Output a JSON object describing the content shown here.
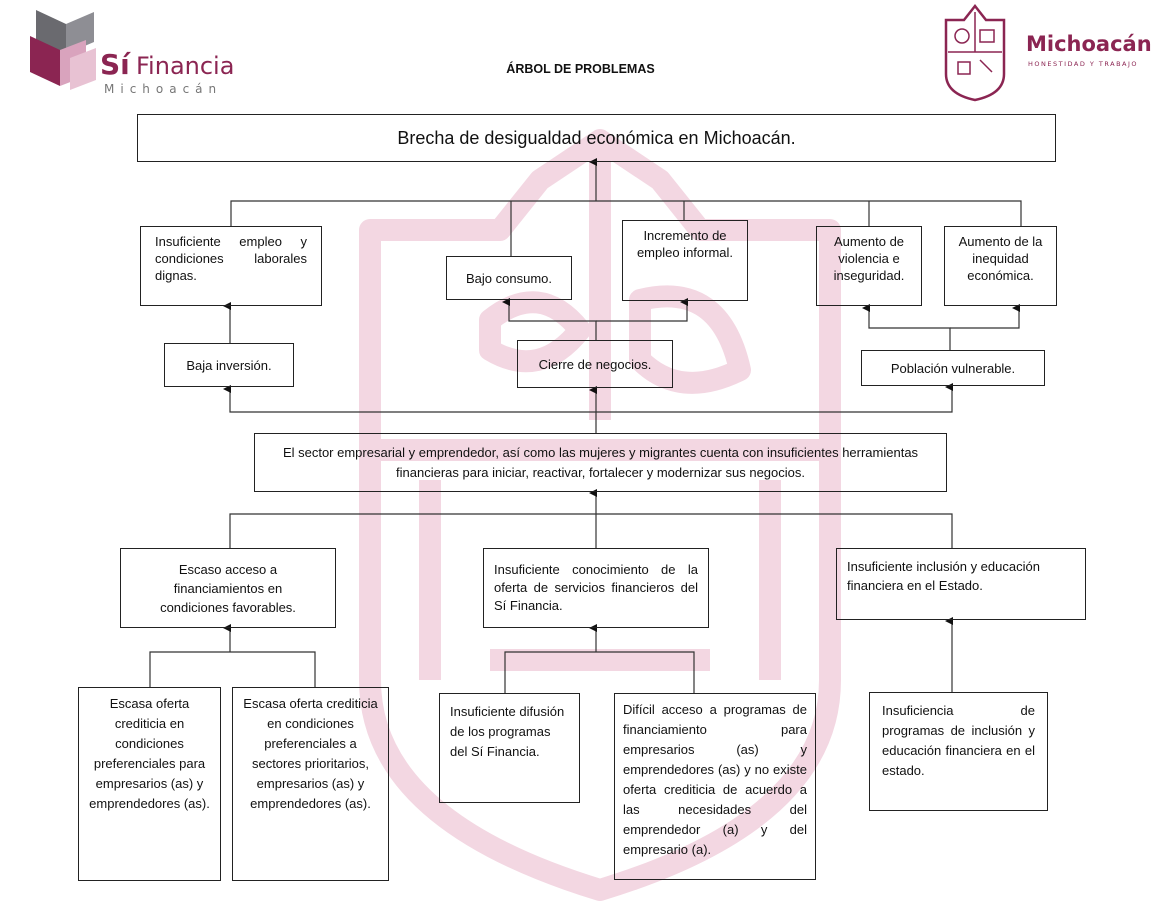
{
  "header": {
    "left_logo": {
      "brand_si": "Sí",
      "brand_financia": "Financia",
      "brand_sub": "Michoacán"
    },
    "title": "ÁRBOL DE PROBLEMAS",
    "right_logo": {
      "name": "Michoacán",
      "tagline": "HONESTIDAD Y TRABAJO"
    }
  },
  "tree": {
    "root": "Brecha de desigualdad económica en Michoacán.",
    "effects": {
      "empleo": "Insuficiente empleo y condiciones laborales dignas.",
      "consumo": "Bajo consumo.",
      "informal": "Incremento de empleo informal.",
      "violencia": "Aumento de violencia e inseguridad.",
      "inequidad": "Aumento de la inequidad económica."
    },
    "intermediate": {
      "inversion": "Baja inversión.",
      "cierre": "Cierre de negocios.",
      "vulnerable": "Población vulnerable."
    },
    "central_problem": "El sector empresarial y emprendedor, así como las mujeres y migrantes cuenta con insuficientes herramientas financieras para iniciar, reactivar, fortalecer y modernizar sus negocios.",
    "causes": {
      "acceso": "Escaso acceso a financiamientos en condiciones favorables.",
      "conocimiento": "Insuficiente conocimiento de la oferta de servicios financieros del Sí Financia.",
      "inclusion": "Insuficiente inclusión y educación financiera en el Estado."
    },
    "root_causes": {
      "oferta_emp": "Escasa oferta crediticia en condiciones preferenciales para empresarios (as) y emprendedores (as).",
      "oferta_sect": "Escasa oferta crediticia en condiciones preferenciales a sectores prioritarios, empresarios (as) y emprendedores (as).",
      "difusion": "Insuficiente difusión de los programas del Sí Financia.",
      "dificil": "Difícil acceso a programas de financiamiento para empresarios (as) y emprendedores (as) y no existe oferta crediticia de acuerdo a las necesidades del emprendedor (a) y del empresario (a).",
      "programas": "Insuficiencia de programas de inclusión y educación financiera en el estado."
    }
  },
  "colors": {
    "brand_magenta": "#8b2552",
    "watermark": "#f3d7e2",
    "logo_gray": "#5d5d62",
    "logo_pink": "#d9a3bd"
  }
}
